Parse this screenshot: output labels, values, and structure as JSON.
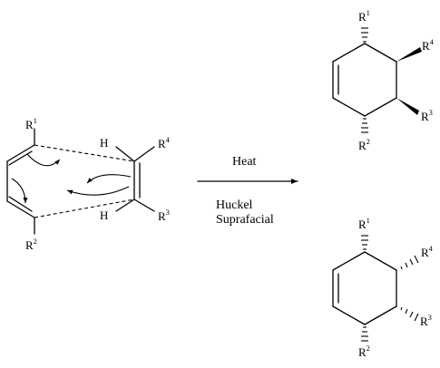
{
  "reaction": {
    "condition_above": "Heat",
    "condition_below_line1": "Huckel",
    "condition_below_line2": "Suprafacial"
  },
  "reactant": {
    "diene_sub_top": {
      "base": "R",
      "sup": "1"
    },
    "diene_sub_bottom": {
      "base": "R",
      "sup": "2"
    },
    "alkene_sub_top": {
      "base": "R",
      "sup": "4"
    },
    "alkene_sub_bottom": {
      "base": "R",
      "sup": "3"
    },
    "alkene_h_top": "H",
    "alkene_h_bottom": "H"
  },
  "product_top": {
    "sub_top": {
      "base": "R",
      "sup": "1"
    },
    "sub_bottom": {
      "base": "R",
      "sup": "2"
    },
    "sub_right_upper": {
      "base": "R",
      "sup": "4"
    },
    "sub_right_lower": {
      "base": "R",
      "sup": "3"
    }
  },
  "product_bottom": {
    "sub_top": {
      "base": "R",
      "sup": "1"
    },
    "sub_bottom": {
      "base": "R",
      "sup": "2"
    },
    "sub_right_upper": {
      "base": "R",
      "sup": "4"
    },
    "sub_right_lower": {
      "base": "R",
      "sup": "3"
    }
  }
}
